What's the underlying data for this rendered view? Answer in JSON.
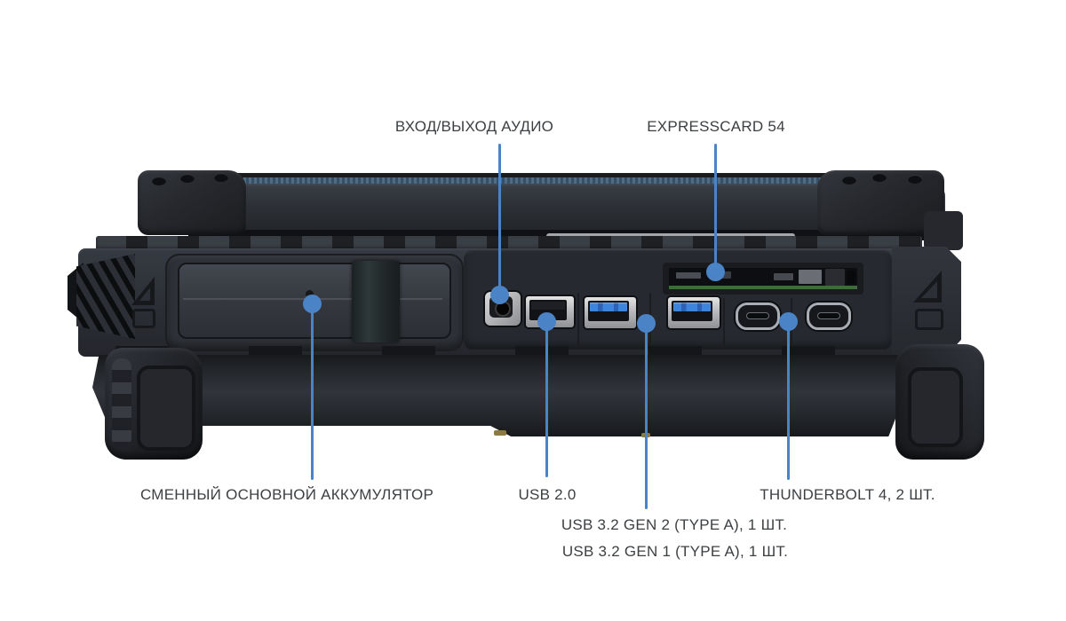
{
  "style": {
    "accent": "#4a84c6",
    "label-color": "#3d4043",
    "usb3-blue": "#3f84d8",
    "pcb-green": "#3f6b3c",
    "lid-stripe": "#3d5a75"
  },
  "callouts": {
    "audio": "ВХОД/ВЫХОД АУДИО",
    "expresscard": "EXPRESSCARD 54",
    "battery": "СМЕННЫЙ ОСНОВНОЙ АККУМУЛЯТОР",
    "usb2": "USB 2.0",
    "usb32_gen2": "USB 3.2 GEN 2 (TYPE A), 1 ШТ.",
    "usb32_gen1": "USB 3.2 GEN 1 (TYPE A), 1 ШТ.",
    "thunderbolt": "THUNDERBOLT 4, 2 ШТ."
  },
  "device": {
    "view": "rugged laptop side profile, lid closed",
    "ports_left_to_right": [
      "removable-main-battery-bay",
      "audio-in-out-jack",
      "usb-2.0-type-a",
      "usb-3.2-type-a",
      "usb-3.2-type-a",
      "expresscard-54-slot",
      "thunderbolt-4-usb-c",
      "thunderbolt-4-usb-c"
    ]
  }
}
